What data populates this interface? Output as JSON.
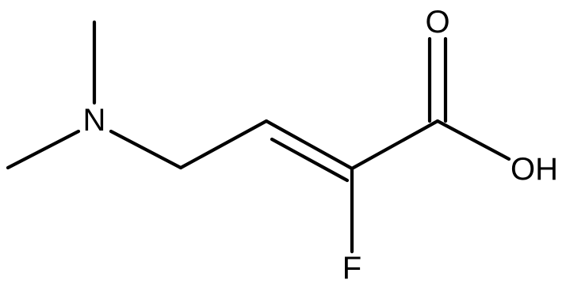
{
  "structure": {
    "atoms": [
      {
        "id": "methyl-top",
        "label": ""
      },
      {
        "id": "methyl-left",
        "label": ""
      },
      {
        "id": "nitrogen",
        "label": "N"
      },
      {
        "id": "ch2",
        "label": ""
      },
      {
        "id": "ch-alkene",
        "label": ""
      },
      {
        "id": "cf-alkene",
        "label": ""
      },
      {
        "id": "fluorine",
        "label": "F"
      },
      {
        "id": "carboxyl-carbon",
        "label": ""
      },
      {
        "id": "carbonyl-oxygen",
        "label": "O"
      },
      {
        "id": "hydroxyl-oxygen",
        "label": "OH"
      }
    ],
    "bonds": [
      {
        "from": "methyl-top",
        "to": "nitrogen",
        "order": 1
      },
      {
        "from": "methyl-left",
        "to": "nitrogen",
        "order": 1
      },
      {
        "from": "nitrogen",
        "to": "ch2",
        "order": 1
      },
      {
        "from": "ch2",
        "to": "ch-alkene",
        "order": 1
      },
      {
        "from": "ch-alkene",
        "to": "cf-alkene",
        "order": 2
      },
      {
        "from": "cf-alkene",
        "to": "fluorine",
        "order": 1
      },
      {
        "from": "cf-alkene",
        "to": "carboxyl-carbon",
        "order": 1
      },
      {
        "from": "carboxyl-carbon",
        "to": "carbonyl-oxygen",
        "order": 2
      },
      {
        "from": "carboxyl-carbon",
        "to": "hydroxyl-oxygen",
        "order": 1
      }
    ]
  },
  "labels": {
    "nitrogen": "N",
    "fluorine": "F",
    "carbonyl_oxygen": "O",
    "hydroxyl": "OH"
  },
  "colors": {
    "bond": "#000000",
    "text": "#000000",
    "background": "#ffffff"
  }
}
